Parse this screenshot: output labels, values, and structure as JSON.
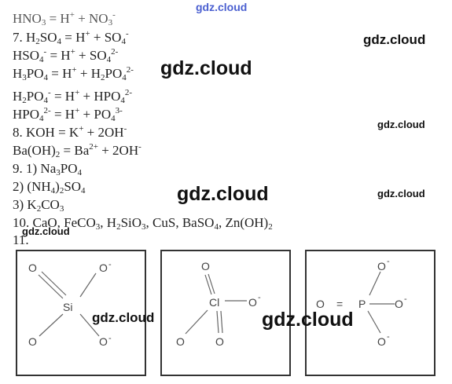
{
  "watermarks": {
    "top": "gdz.cloud",
    "w1": "gdz.cloud",
    "w2": "gdz.cloud",
    "w3": "gdz.cloud",
    "w4": "gdz.cloud",
    "w5": "gdz.cloud",
    "w6": "gdz.cloud",
    "w7": "gdz.cloud",
    "w8": "gdz.cloud"
  },
  "lines": {
    "l0": {
      "a": "HNO",
      "b": "3",
      "c": " = H",
      "d": "+",
      "e": " + NO",
      "f": "3",
      "g": "-"
    },
    "l1": {
      "a": "7. H",
      "b": "2",
      "c": "SO",
      "d": "4",
      "e": " = H",
      "f": "+",
      "g": " + SO",
      "h": "4",
      "i": "-"
    },
    "l2": {
      "a": "HSO",
      "b": "4",
      "c": "-",
      "d": " = H",
      "e": "+",
      "f": " + SO",
      "g": "4",
      "h": "2-"
    },
    "l3": {
      "a": "H",
      "b": "3",
      "c": "PO",
      "d": "4",
      "e": " = H",
      "f": "+",
      "g": " + H",
      "h": "2",
      "i": "PO",
      "j": "4",
      "k": "2-"
    },
    "l4": {
      "a": "H",
      "b": "2",
      "c": "PO",
      "d": "4",
      "e": "-",
      "f": " = H",
      "g": "+",
      "h": " + HPO",
      "i": "4",
      "j": "2-"
    },
    "l5": {
      "a": "HPO",
      "b": "4",
      "c": "2-",
      "d": " = H",
      "e": "+",
      "f": " + PO",
      "g": "4",
      "h": "3-"
    },
    "l6": {
      "a": "8. KOH = K",
      "b": "+",
      "c": " + 2OH",
      "d": "-"
    },
    "l7": {
      "a": "Ba(OH)",
      "b": "2",
      "c": " = Ba",
      "d": "2+",
      "e": " + 2OH",
      "f": "-"
    },
    "l8": {
      "a": "9. 1) Na",
      "b": "3",
      "c": "PO",
      "d": "4"
    },
    "l9": {
      "a": "2) (NH",
      "b": "4",
      "c": ")",
      "d": "2",
      "e": "SO",
      "f": "4"
    },
    "l10": {
      "a": "3) K",
      "b": "2",
      "c": "CO",
      "d": "3"
    },
    "l11": {
      "a": "10. CaO, FeCO",
      "b": "3",
      "c": ", H",
      "d": "2",
      "e": "SiO",
      "f": "3",
      "g": ", CuS, BaSO",
      "h": "4",
      "i": ", Zn(OH)",
      "j": "2"
    },
    "l12": {
      "a": "11."
    }
  },
  "structures": {
    "si": {
      "o_tl": "O",
      "o_tr": "O",
      "o_tr_charge": "-",
      "center": "Si",
      "o_bl": "O",
      "o_br": "O",
      "o_br_charge": "-"
    },
    "cl": {
      "o_top": "O",
      "center": "Cl",
      "o_right": "O",
      "o_right_charge": "-",
      "o_bl": "O",
      "o_bm": "O"
    },
    "p": {
      "o_top": "O",
      "o_top_charge": "-",
      "o_left": "O",
      "bond_eq": "=",
      "center": "P",
      "o_right": "O",
      "o_right_charge": "-",
      "o_bottom": "O",
      "o_bottom_charge": "-"
    }
  }
}
